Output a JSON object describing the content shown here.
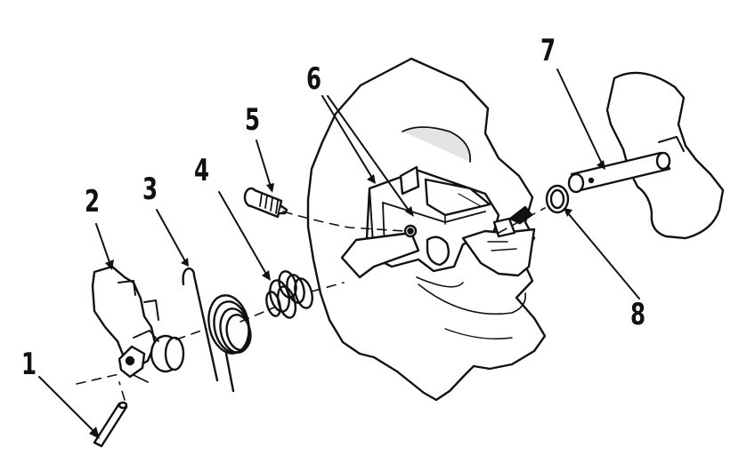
{
  "diagram": {
    "colors": {
      "ink": "#111111",
      "paper": "#ffffff",
      "shade": "#d8d8d8"
    },
    "callouts": [
      {
        "id": "1",
        "label": "1",
        "part": "pin"
      },
      {
        "id": "2",
        "label": "2",
        "part": "cam"
      },
      {
        "id": "3",
        "label": "3",
        "part": "torsion-spring"
      },
      {
        "id": "4",
        "label": "4",
        "part": "coil-spring"
      },
      {
        "id": "5",
        "label": "5",
        "part": "screw"
      },
      {
        "id": "6",
        "label": "6",
        "part": "switch-housing"
      },
      {
        "id": "7",
        "label": "7",
        "part": "shaft-lever"
      },
      {
        "id": "8",
        "label": "8",
        "part": "washer"
      }
    ]
  }
}
